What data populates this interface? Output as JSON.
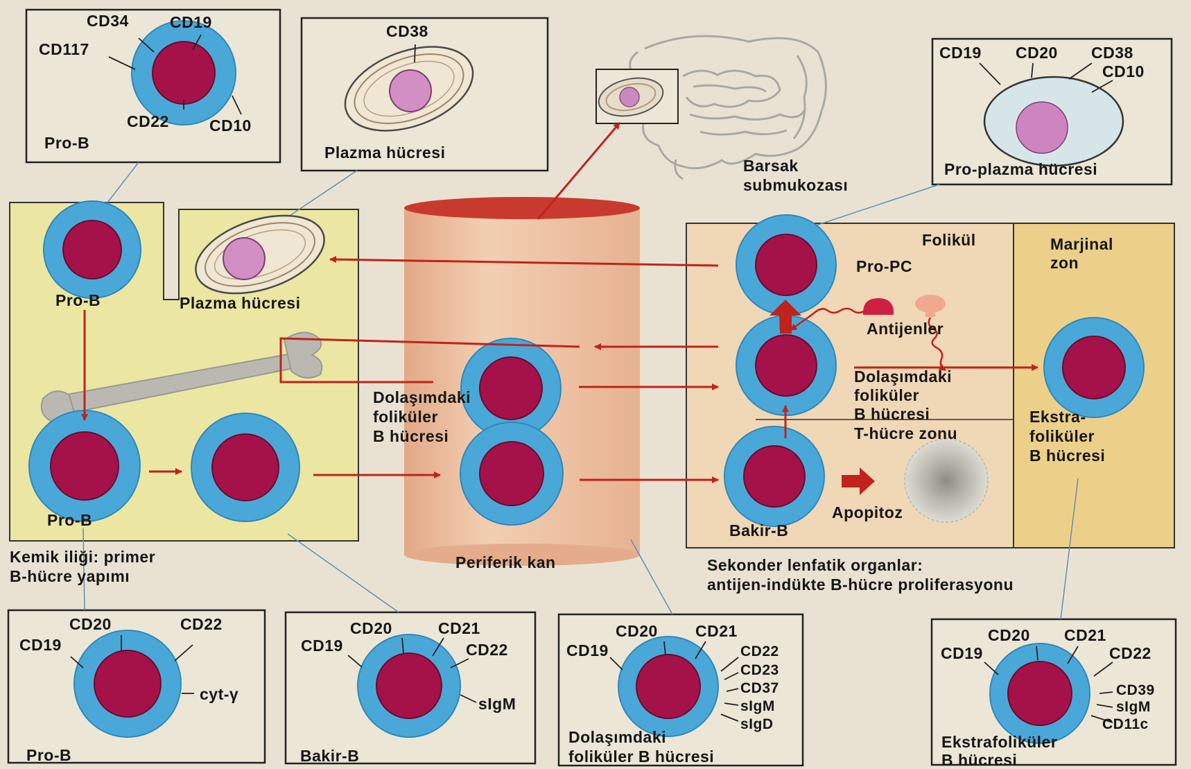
{
  "colors": {
    "page_bg": "#e9e2d3",
    "marrow_bg": "#ebe6a2",
    "blood_vessel": "#edc19e",
    "follicle_bg": "#f0d7b5",
    "marginal_zone_bg": "#ecd089",
    "cell_membrane": "#4aa8d8",
    "cell_nucleus": "#a5124a",
    "arrow": "#c0221c"
  },
  "icons": [
    "bone-icon",
    "intestine-icon",
    "plasma-cell-icon",
    "antigen-icon",
    "apoptotic-cell-icon"
  ],
  "top": {
    "pro_b": {
      "markers": [
        "CD34",
        "CD19",
        "CD117",
        "CD22",
        "CD10"
      ],
      "name": "Pro-B"
    },
    "plasma": {
      "marker": "CD38",
      "name": "Plazma hücresi"
    },
    "intestine": {
      "label_line1": "Barsak",
      "label_line2": "submukozası"
    },
    "pro_plasma": {
      "markers": [
        "CD19",
        "CD20",
        "CD38",
        "CD10"
      ],
      "name": "Pro-plazma hücresi"
    }
  },
  "marrow": {
    "pro_b_top": "Pro-B",
    "plasma": "Plazma hücresi",
    "pro_b_bottom": "Pro-B",
    "caption_line1": "Kemik iliği: primer",
    "caption_line2": "B-hücre yapımı"
  },
  "blood": {
    "follicular_line1": "Dolaşımdaki",
    "follicular_line2": "foliküler",
    "follicular_line3": "B hücresi",
    "caption": "Periferik kan"
  },
  "secondary": {
    "folikul": "Folikül",
    "marginal_line1": "Marjinal",
    "marginal_line2": "zon",
    "pro_pc": "Pro-PC",
    "antigens": "Antijenler",
    "circ_line1": "Dolaşımdaki",
    "circ_line2": "foliküler",
    "circ_line3": "B hücresi",
    "t_zone": "T-hücre zonu",
    "extra_line1": "Ekstra-",
    "extra_line2": "foliküler",
    "extra_line3": "B hücresi",
    "apoptosis": "Apopitoz",
    "naive": "Bakir-B",
    "caption_line1": "Sekonder lenfatik organlar:",
    "caption_line2": "antijen-indükte B-hücre proliferasyonu"
  },
  "bottom": {
    "pro_b": {
      "markers": [
        "CD20",
        "CD22",
        "CD19",
        "cyt-γ"
      ],
      "name": "Pro-B"
    },
    "naive_b": {
      "markers": [
        "CD20",
        "CD21",
        "CD19",
        "CD22",
        "sIgM"
      ],
      "name": "Bakir-B"
    },
    "follicular_b": {
      "markers": [
        "CD20",
        "CD21",
        "CD19",
        "CD22",
        "CD23",
        "CD37",
        "sIgM",
        "sIgD"
      ],
      "name_line1": "Dolaşımdaki",
      "name_line2": "foliküler B hücresi"
    },
    "extra_b": {
      "markers": [
        "CD20",
        "CD21",
        "CD19",
        "CD22",
        "CD39",
        "sIgM",
        "CD11c"
      ],
      "name_line1": "Ekstrafoliküler",
      "name_line2": "B hücresi"
    }
  }
}
